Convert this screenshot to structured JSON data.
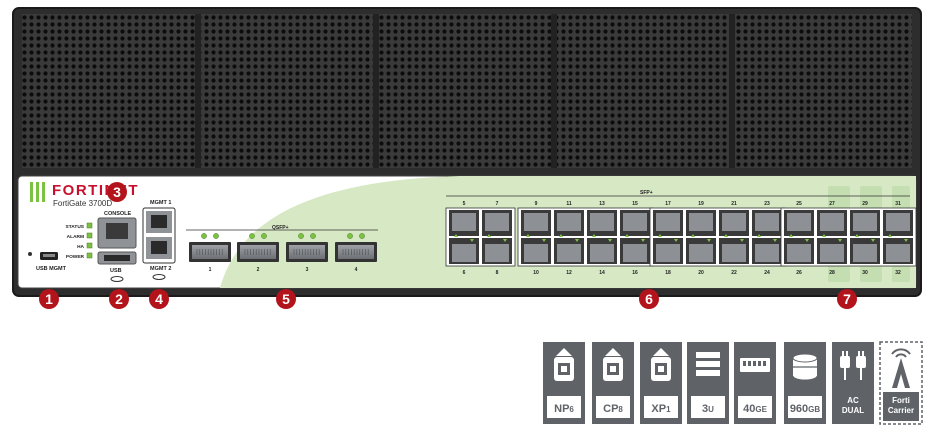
{
  "device": {
    "brand": "FORTINET",
    "model": "FortiGate 3700D",
    "colors": {
      "chassis": "#2f2f2f",
      "panel_green": "#d7e8c4",
      "callout_red": "#b3141b",
      "icon_gray": "#5f6368",
      "led_green": "#7cc242"
    }
  },
  "labels": {
    "console": "CONSOLE",
    "usb": "USB",
    "usb_mgmt": "USB MGMT",
    "mgmt1": "MGMT 1",
    "mgmt2": "MGMT 2",
    "qsfp": "QSFP+",
    "sfp": "SFP+"
  },
  "status_leds": [
    "STATUS",
    "ALARM",
    "HA",
    "POWER"
  ],
  "qsfp_ports": [
    "1",
    "2",
    "3",
    "4"
  ],
  "sfp_groups": [
    {
      "top": [
        "5",
        "7"
      ],
      "bottom": [
        "6",
        "8"
      ]
    },
    {
      "top": [
        "9",
        "11",
        "13",
        "15"
      ],
      "bottom": [
        "10",
        "12",
        "14",
        "16"
      ]
    },
    {
      "top": [
        "17",
        "19",
        "21",
        "23"
      ],
      "bottom": [
        "18",
        "20",
        "22",
        "24"
      ]
    },
    {
      "top": [
        "25",
        "27",
        "29",
        "31"
      ],
      "bottom": [
        "26",
        "28",
        "30",
        "32"
      ]
    }
  ],
  "callouts": [
    "1",
    "2",
    "3",
    "4",
    "5",
    "6",
    "7"
  ],
  "feature_icons": [
    {
      "icon": "chip-upload-icon",
      "main": "NP",
      "sub": "6"
    },
    {
      "icon": "chip-upload-icon",
      "main": "CP",
      "sub": "8"
    },
    {
      "icon": "chip-upload-icon",
      "main": "XP",
      "sub": "1"
    },
    {
      "icon": "rack-units-icon",
      "main": "3",
      "sub": "U"
    },
    {
      "icon": "network-card-icon",
      "main": "40",
      "sub": "GE"
    },
    {
      "icon": "database-icon",
      "main": "960",
      "sub": "GB"
    },
    {
      "icon": "ac-plug-icon",
      "main": "AC",
      "line2": "DUAL"
    },
    {
      "icon": "forti-carrier-icon",
      "main": "Forti",
      "line2": "Carrier"
    }
  ]
}
